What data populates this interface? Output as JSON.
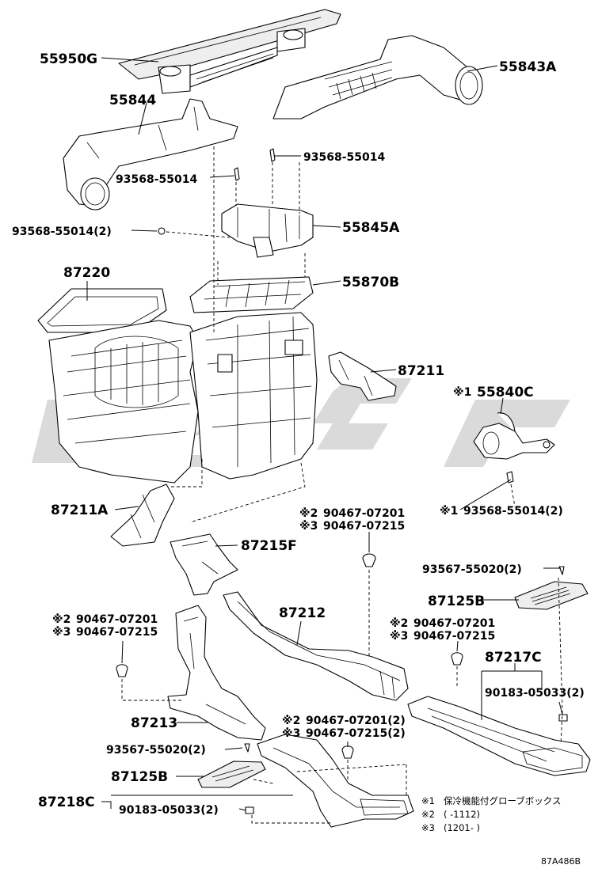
{
  "parts": {
    "p55950G": "55950G",
    "p55844": "55844",
    "p55843A": "55843A",
    "p93568_a": "93568-55014",
    "p93568_b": "93568-55014",
    "p93568_c": "93568-55014(2)",
    "p55845A": "55845A",
    "p87220": "87220",
    "p55870B": "55870B",
    "p87211": "87211",
    "p55840C": "55840C",
    "p55840C_mark": "※1",
    "p93568_d": "93568-55014(2)",
    "p93568_d_mark": "※1",
    "p87211A": "87211A",
    "p90467_07201_a": "90467-07201",
    "p90467_07201_a_mark": "※2",
    "p90467_07215_a": "90467-07215",
    "p90467_07215_a_mark": "※3",
    "p87215F": "87215F",
    "p93567_a": "93567-55020(2)",
    "p87125B_a": "87125B",
    "p90467_07201_b": "90467-07201",
    "p90467_07201_b_mark": "※2",
    "p90467_07215_b": "90467-07215",
    "p90467_07215_b_mark": "※3",
    "p87212": "87212",
    "p90467_07201_c": "90467-07201",
    "p90467_07201_c_mark": "※2",
    "p90467_07215_c": "90467-07215",
    "p90467_07215_c_mark": "※3",
    "p87217C": "87217C",
    "p90183_a": "90183-05033(2)",
    "p87213": "87213",
    "p90467_07201_d": "90467-07201(2)",
    "p90467_07201_d_mark": "※2",
    "p90467_07215_d": "90467-07215(2)",
    "p90467_07215_d_mark": "※3",
    "p93567_b": "93567-55020(2)",
    "p87125B_b": "87125B",
    "p87218C": "87218C",
    "p90183_b": "90183-05033(2)"
  },
  "notes": {
    "n1_mark": "※1",
    "n1_text": "保冷機能付グローブボックス",
    "n2_mark": "※2",
    "n2_text": "(        -1112)",
    "n3_mark": "※3",
    "n3_text": "(1201-        )"
  },
  "diagram_code": "87A486B",
  "watermark_color": "#d4d4d4"
}
